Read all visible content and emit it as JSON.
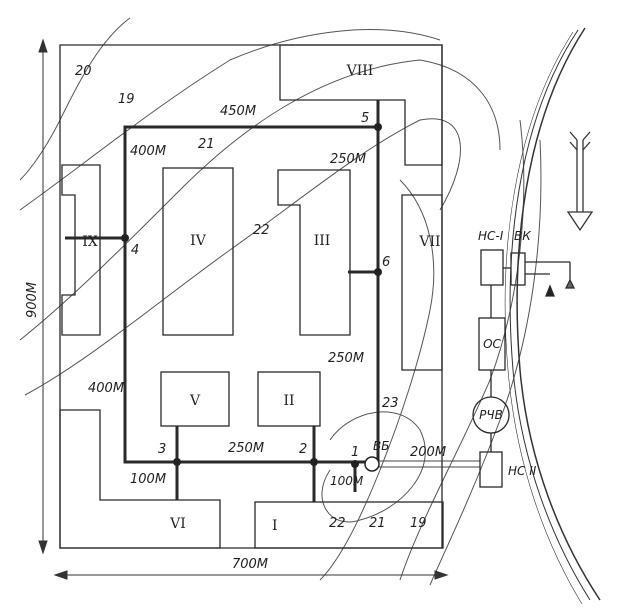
{
  "outer_dimensions": {
    "width": "700М",
    "height": "900М"
  },
  "blocks": [
    {
      "id": "I",
      "label": "I"
    },
    {
      "id": "II",
      "label": "II"
    },
    {
      "id": "III",
      "label": "III"
    },
    {
      "id": "IV",
      "label": "IV"
    },
    {
      "id": "V",
      "label": "V"
    },
    {
      "id": "VI",
      "label": "VI"
    },
    {
      "id": "VII",
      "label": "VII"
    },
    {
      "id": "VIII",
      "label": "VIII"
    },
    {
      "id": "IX",
      "label": "IX"
    }
  ],
  "nodes": [
    "1",
    "2",
    "3",
    "4",
    "5",
    "6"
  ],
  "segments": {
    "top": "450М",
    "left_top": "400М",
    "right_top": "250М",
    "right_bottom": "250М",
    "bottom_mid": "250М",
    "left_outer": "400М",
    "branch_3": "100М",
    "branch_1": "100М",
    "inlet": "200М"
  },
  "tower": {
    "label": "ВБ"
  },
  "contour_labels": [
    "20",
    "19",
    "21",
    "22",
    "23",
    "22",
    "21",
    "19"
  ],
  "station": {
    "intake": "ВК",
    "pump1": "НС-I",
    "treatment": "ОС",
    "reservoir": "РЧВ",
    "pump2": "НС II"
  }
}
